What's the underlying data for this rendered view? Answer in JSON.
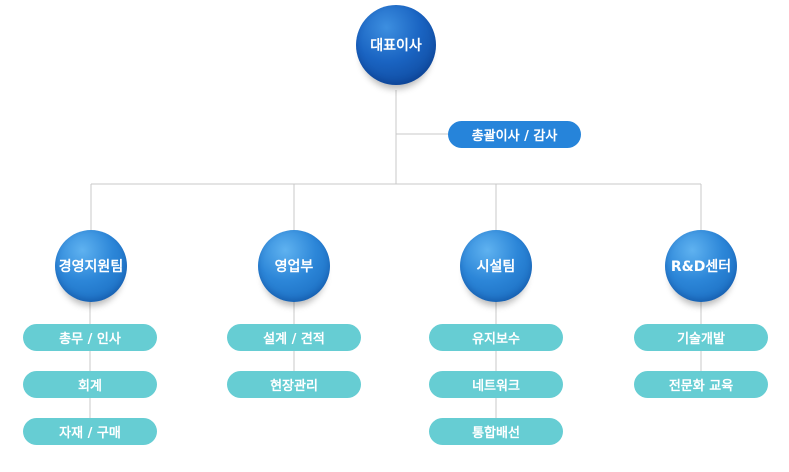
{
  "ceo": {
    "label": "대표이사"
  },
  "general_director": {
    "label": "총괄이사 / 감사"
  },
  "departments": [
    {
      "label": "경영지원팀",
      "tasks": [
        "총무 / 인사",
        "회계",
        "자재 / 구매"
      ]
    },
    {
      "label": "영업부",
      "tasks": [
        "설계 / 견적",
        "현장관리"
      ]
    },
    {
      "label": "시설팀",
      "tasks": [
        "유지보수",
        "네트워크",
        "통합배선"
      ]
    },
    {
      "label": "R&D센터",
      "tasks": [
        "기술개발",
        "전문화 교육"
      ]
    }
  ],
  "colors": {
    "connector": "#c8c8c8",
    "circle": "#2a84d6",
    "ceo_circle": "#1a5fbd",
    "pill_teal": "#66cdd3",
    "pill_blue": "#2684da"
  }
}
